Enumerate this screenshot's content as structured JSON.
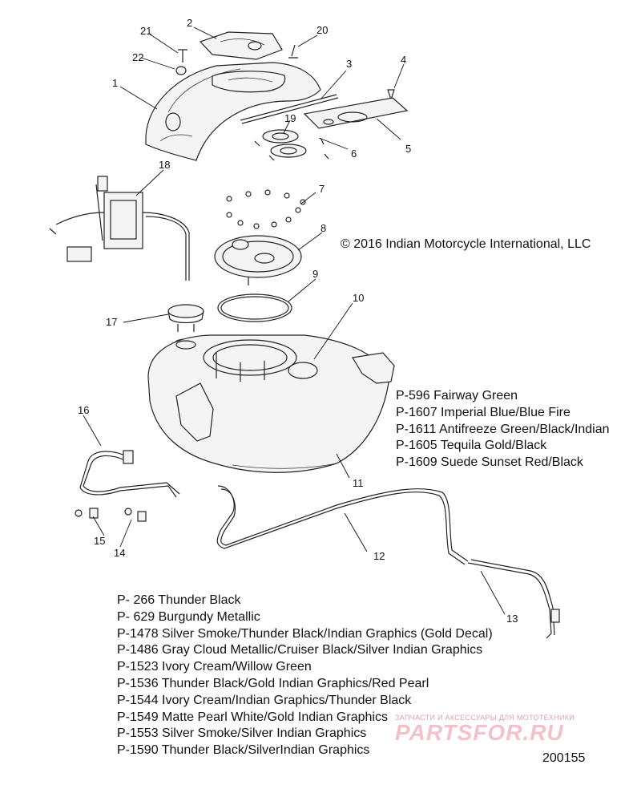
{
  "copyright": "© 2016 Indian Motorcycle International, LLC",
  "diagram_id": "200155",
  "callouts": [
    "1",
    "2",
    "3",
    "4",
    "5",
    "6",
    "7",
    "8",
    "9",
    "10",
    "11",
    "12",
    "13",
    "14",
    "15",
    "16",
    "17",
    "18",
    "19",
    "20",
    "21",
    "22"
  ],
  "color_codes_right": [
    "P-596  Fairway Green",
    "P-1607 Imperial Blue/Blue Fire",
    "P-1611 Antifreeze Green/Black/Indian",
    "P-1605 Tequila Gold/Black",
    "P-1609 Suede Sunset Red/Black"
  ],
  "color_codes_left": [
    "P- 266 Thunder Black",
    "P- 629 Burgundy Metallic",
    "P-1478 Silver Smoke/Thunder Black/Indian Graphics (Gold Decal)",
    "P-1486 Gray Cloud Metallic/Cruiser Black/Silver Indian Graphics",
    "P-1523 Ivory Cream/Willow Green",
    "P-1536 Thunder Black/Gold Indian Graphics/Red Pearl",
    "P-1544 Ivory Cream/Indian Graphics/Thunder Black",
    "P-1549 Matte Pearl White/Gold Indian Graphics",
    "P-1553 Silver Smoke/Silver Indian Graphics",
    "P-1590 Thunder Black/SilverIndian Graphics"
  ],
  "watermark": {
    "tagline": "ЗАПЧАСТИ И АКСЕССУАРЫ ДЛЯ МОТОТЕХНИКИ",
    "logo": "PARTSFOR.RU"
  }
}
